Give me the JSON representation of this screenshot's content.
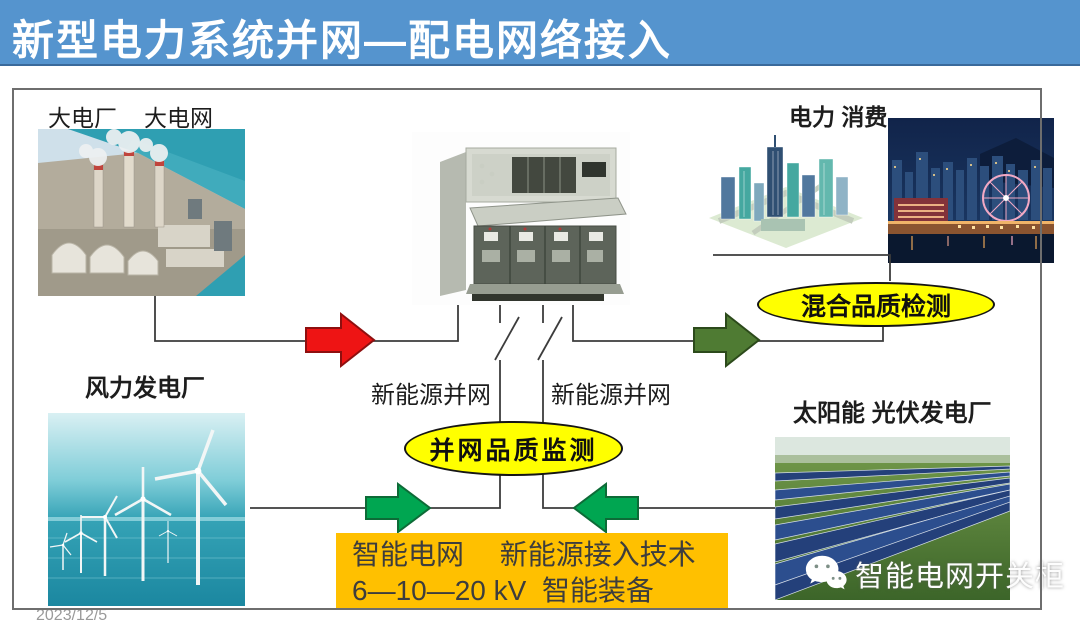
{
  "banner": {
    "title": "新型电力系统并网—配电网络接入"
  },
  "labels": {
    "big_plant": "大电厂",
    "big_grid": "大电网",
    "consumption": "电力 消费",
    "wind_plant": "风力发电厂",
    "renewable_left": "新能源并网",
    "renewable_right": "新能源并网",
    "solar_plant": "太阳能 光伏发电厂"
  },
  "badges": {
    "mixed_quality": "混合品质检测",
    "grid_quality": "并网品质监测"
  },
  "infobox": {
    "line1": "智能电网　 新能源接入技术",
    "line2": "6—10—20 kV  智能装备"
  },
  "footer": {
    "date": "2023/12/5"
  },
  "watermark": {
    "icon": "wechat-icon",
    "text": "智能电网开关柜"
  },
  "colors": {
    "banner_blue": "#5594CE",
    "arrow_red": "#EE1414",
    "arrow_olive": "#4F7B33",
    "arrow_green": "#00A651",
    "badge_yellow": "#FFFF00",
    "infobox_gold": "#FFC000"
  }
}
